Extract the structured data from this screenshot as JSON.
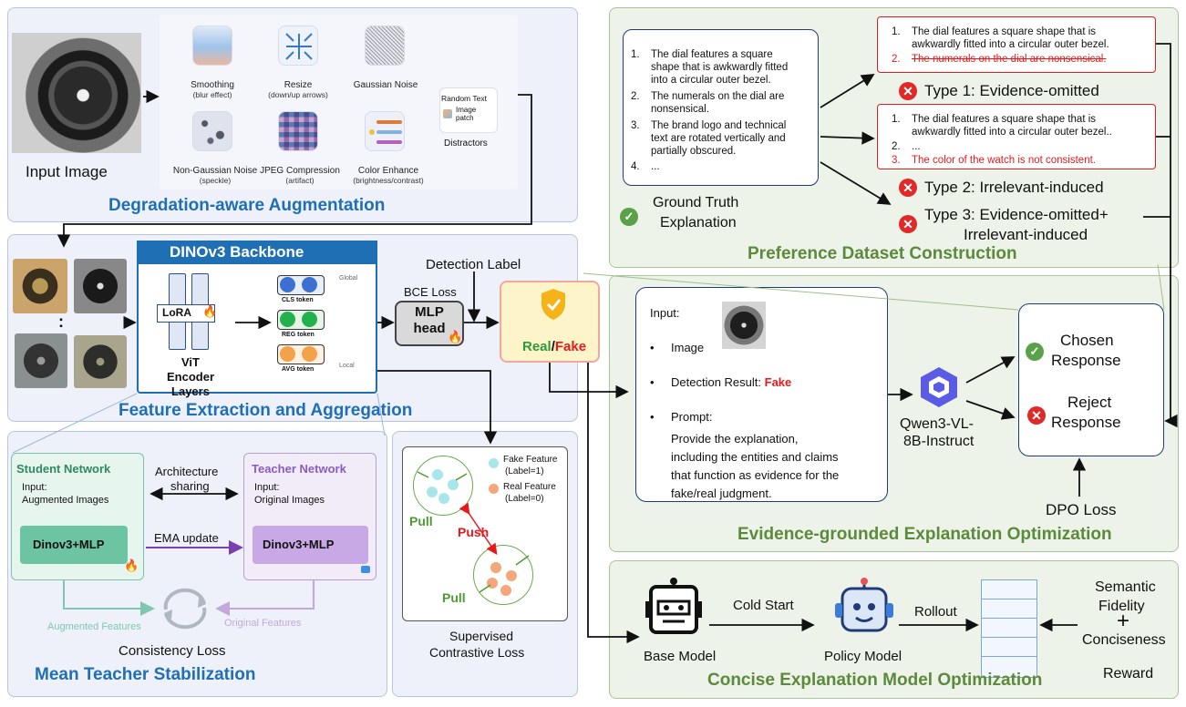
{
  "augmentation": {
    "title": "Degradation-aware Augmentation",
    "input_label": "Input Image",
    "items": [
      {
        "name": "Smoothing",
        "sub": "(blur effect)"
      },
      {
        "name": "Resize",
        "sub": "(down/up arrows)"
      },
      {
        "name": "Gaussian Noise",
        "sub": ""
      },
      {
        "name": "Non-Gaussian Noise",
        "sub": "(speckle)"
      },
      {
        "name": "JPEG Compression",
        "sub": "(artifact)"
      },
      {
        "name": "Color Enhance",
        "sub": "(brightness/contrast)"
      }
    ],
    "distractor": {
      "top": "Random Text",
      "inner": "Image patch",
      "label": "Distractors"
    }
  },
  "feature": {
    "title": "Feature Extraction and Aggregation",
    "backbone": "DINOv3 Backbone",
    "lora": "LoRA",
    "encoder": "ViT Encoder Layers",
    "tokens": [
      "CLS token",
      "REG token",
      "AVG token"
    ],
    "global": "Global",
    "local": "Local",
    "mlp": "MLP head",
    "bce": "BCE Loss",
    "detection_label": "Detection Label",
    "real": "Real",
    "slash": "/",
    "fake": "Fake",
    "ellipsis": ":"
  },
  "mean_teacher": {
    "title": "Mean Teacher Stabilization",
    "student": "Student Network",
    "student_input": "Input:",
    "student_input2": "Augmented Images",
    "teacher": "Teacher Network",
    "teacher_input": "Input:",
    "teacher_input2": "Original Images",
    "arch1": "Architecture",
    "arch2": "sharing",
    "ema": "EMA update",
    "student_model": "Dinov3+MLP",
    "teacher_model": "Dinov3+MLP",
    "aug_features": "Augmented Features",
    "orig_features": "Original Features",
    "loss": "Consistency Loss"
  },
  "contrastive": {
    "fake_feature": "Fake Feature",
    "fake_label": "(Label=1)",
    "real_feature": "Real Feature",
    "real_label": "(Label=0)",
    "pull": "Pull",
    "push": "Push",
    "loss1": "Supervised",
    "loss2": "Contrastive Loss"
  },
  "preference": {
    "title": "Preference Dataset Construction",
    "gt_items": [
      {
        "n": "1.",
        "lines": [
          "The dial features a square",
          "shape that is awkwardly fitted",
          "into a circular outer bezel."
        ]
      },
      {
        "n": "2.",
        "lines": [
          " The numerals on the dial are",
          "nonsensical."
        ]
      },
      {
        "n": "3.",
        "lines": [
          "The brand logo and technical",
          "text are rotated vertically and",
          "partially obscured."
        ]
      },
      {
        "n": "4.",
        "lines": [
          "..."
        ]
      }
    ],
    "gt_label1": "Ground Truth",
    "gt_label2": "Explanation",
    "type1_items": [
      {
        "n": "1.",
        "lines": [
          "The dial features a square shape that is",
          "awkwardly fitted into a circular outer bezel."
        ]
      },
      {
        "n": "2.",
        "lines": [
          "The numerals on the dial are nonsensical."
        ]
      }
    ],
    "type2_items": [
      {
        "n": "1.",
        "lines": [
          "The dial features a square shape that is",
          "awkwardly fitted into a circular outer bezel.."
        ]
      },
      {
        "n": "2.",
        "lines": [
          "..."
        ]
      },
      {
        "n": "3.",
        "lines": [
          "The color of the watch is not consistent."
        ]
      }
    ],
    "type1": "Type 1: Evidence-omitted",
    "type2": "Type 2: Irrelevant-induced",
    "type3a": "Type 3: Evidence-omitted+",
    "type3b": "Irrelevant-induced"
  },
  "explanation": {
    "title": "Evidence-grounded Explanation Optimization",
    "input": "Input:",
    "image": "Image",
    "detection": "Detection Result:",
    "detection_value": "Fake",
    "prompt": "Prompt:",
    "prompt_lines": [
      "Provide the explanation,",
      "including the entities and claims",
      "that function as evidence for the",
      "fake/real judgment."
    ],
    "model1": "Qwen3-VL-",
    "model2": "8B-Instruct",
    "chosen1": "Chosen",
    "chosen2": "Response",
    "reject1": "Reject",
    "reject2": "Response",
    "dpo": "DPO Loss"
  },
  "concise": {
    "title": "Concise Explanation Model Optimization",
    "base": "Base Model",
    "cold": "Cold Start",
    "policy": "Policy Model",
    "rollout": "Rollout",
    "sem1": "Semantic",
    "sem2": "Fidelity",
    "plus": "+",
    "conc": "Conciseness",
    "reward": "Reward"
  },
  "colors": {
    "accent_blue": "#1f6fb5",
    "accent_green": "#5c8a3c",
    "fake_red": "#e8191b",
    "real_green": "#2e9b3a"
  }
}
